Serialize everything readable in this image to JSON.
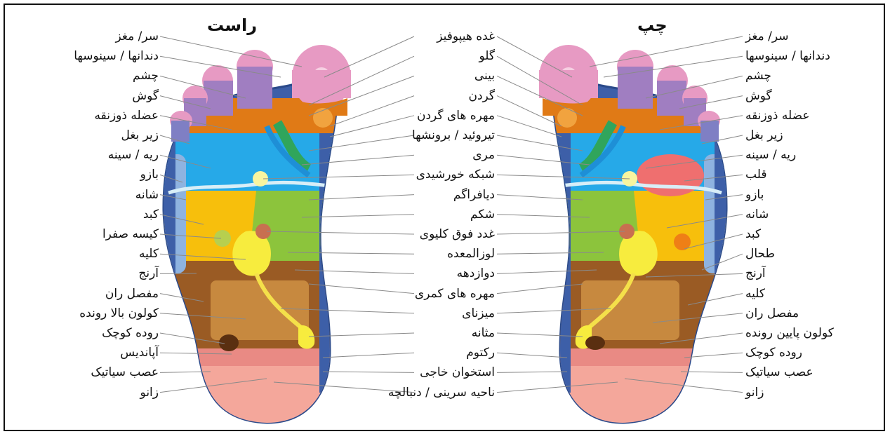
{
  "titles": {
    "right_foot": "راست",
    "left_foot": "چپ"
  },
  "right_outer_labels": [
    "سر/ مغز",
    "دندانها / سینوسها",
    "چشم",
    "گوش",
    "عضله ذوزنقه",
    "زیر بغل",
    "ریه / سینه",
    "بازو",
    "شانه",
    "کبد",
    "کیسه صفرا",
    "کلیه",
    "آرنج",
    "مفصل ران",
    "کولون بالا رونده",
    "روده کوچک",
    "آپاندیس",
    "عصب سیاتیک",
    "زانو"
  ],
  "center_labels": [
    "غده هیپوفیز",
    "گلو",
    "بینی",
    "گردن",
    "مهره های گردن",
    "تیروئید / برونشها",
    "مری",
    "شبکه خورشیدی",
    "دیافراگم",
    "شکم",
    "غدد فوق کلیوی",
    "لوزالمعده",
    "دوازدهه",
    "مهره های کمری",
    "میزنای",
    "مثانه",
    "رکتوم",
    "استخوان خاجی",
    "ناحیه سرینی / دنبالچه"
  ],
  "left_outer_labels": [
    "سر/ مغز",
    "دندانها / سینوسها",
    "چشم",
    "گوش",
    "عضله ذوزنقه",
    "زیر بغل",
    "ریه / سینه",
    "قلب",
    "بازو",
    "شانه",
    "کبد",
    "طحال",
    "آرنج",
    "کلیه",
    "مفصل ران",
    "کولون پایین رونده",
    "روده کوچک",
    "عصب سیاتیک",
    "زانو"
  ]
}
